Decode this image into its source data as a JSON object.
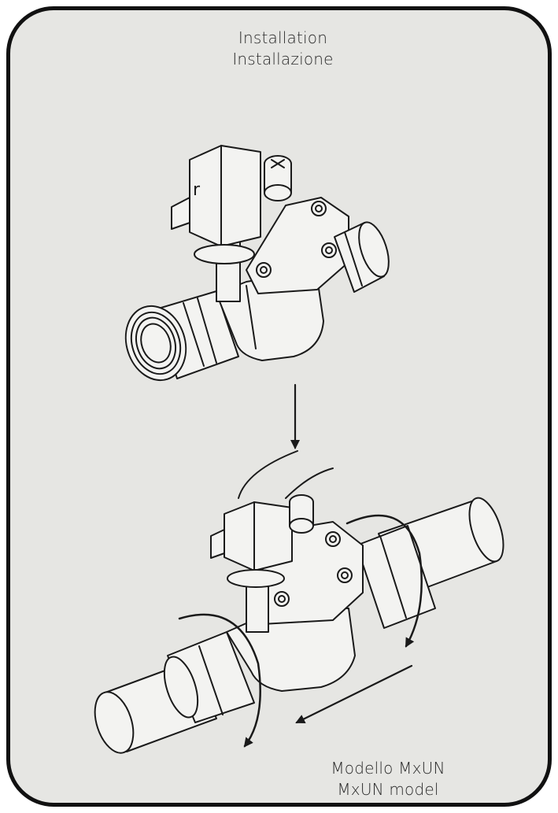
{
  "title": {
    "line1": "Installation",
    "line2": "Installazione"
  },
  "model": {
    "line1": "Modello MxUN",
    "line2": "MxUN model"
  },
  "colors": {
    "frame": "#111111",
    "panel": "#e6e6e3",
    "stroke": "#1a1a1a"
  }
}
